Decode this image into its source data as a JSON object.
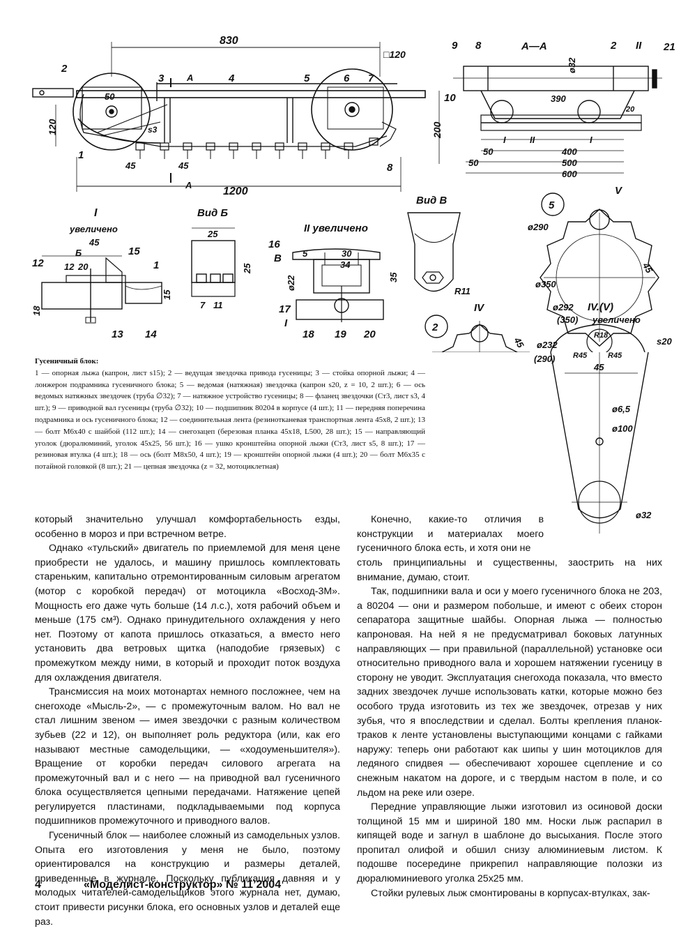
{
  "figure": {
    "main_labels": {
      "dim_830": "830",
      "dim_1200": "1200",
      "dim_120_left": "120",
      "dim_200": "200",
      "dim_50": "50",
      "dim_45a": "45",
      "dim_45b": "45",
      "s3": "s3",
      "sq120": "□120",
      "section": "A",
      "n1": "1",
      "n2": "2",
      "n3": "3",
      "n4": "4",
      "n5": "5",
      "n6": "6",
      "n7": "7",
      "n8": "8"
    },
    "section_aa": {
      "title": "А—А",
      "n9": "9",
      "n8": "8",
      "n2": "2",
      "n11": "II",
      "n21": "21",
      "n10": "10",
      "d32": "ø32",
      "d390": "390",
      "d400": "400",
      "d500": "500",
      "d600": "600",
      "d50": "50",
      "d50b": "50",
      "d20": "20",
      "i1": "I",
      "i2": "II",
      "i3": "I"
    },
    "detail_I": {
      "title": "I",
      "sub": "увеличено",
      "d45": "45",
      "dB": "Б",
      "d12": "12",
      "d20": "20",
      "d15": "15",
      "d18": "18",
      "n12": "12",
      "n15": "15",
      "n1": "1",
      "n13": "13",
      "n14": "14"
    },
    "view_B": {
      "title": "Вид Б",
      "d25": "25",
      "d25v": "25",
      "d7": "7",
      "d11": "11"
    },
    "detail_II": {
      "title": "II увеличено",
      "n16": "16",
      "nB": "В",
      "d5": "5",
      "d30": "30",
      "d34": "34",
      "d22": "ø22",
      "d35": "35",
      "n17": "17",
      "n1": "I",
      "n18": "18",
      "n19": "19",
      "n20": "20"
    },
    "view_V": {
      "title": "Вид В",
      "r11": "R11"
    },
    "sprocket5": {
      "num": "5",
      "v": "V",
      "d290": "ø290",
      "d350": "ø350",
      "d45": "45"
    },
    "sprocket2": {
      "num": "2",
      "iv": "IV",
      "d232": "ø232",
      "d292": "ø292",
      "d45": "45"
    },
    "detail_IV": {
      "title": "IV.(V)",
      "sub": "увеличено",
      "d292": "ø292",
      "d350": "(350)",
      "d232": "ø232",
      "d290": "(290)",
      "r18": "R18",
      "r45a": "R45",
      "r45b": "R45",
      "d45": "45",
      "s20": "s20",
      "d65": "ø6,5",
      "d100": "ø100",
      "d32": "ø32"
    }
  },
  "caption": {
    "title": "Гусеничный блок:",
    "text": "1 — опорная лыжа (капрон, лист s15); 2 — ведущая звездочка привода гусеницы; 3 — стойка опорной лыжи; 4 — лонжерон подрамника гусеничного блока; 5 — ведомая (натяжная) звездочка (капрон s20, z = 10, 2 шт.); 6 — ось ведомых натяжных звездочек (труба ∅32); 7 — натяжное устройство гусеницы; 8 — фланец звездочки (Ст3, лист s3, 4 шт.); 9 — приводной вал гусеницы (труба ∅32); 10 — подшипник 80204 в корпусе (4 шт.); 11 — передняя поперечина подрамника и ось гусеничного блока; 12 — соединительная лента (резинотканевая транспортная лента 45х8, 2 шт.); 13 — болт М6х40 с шайбой (112 шт.); 14 — снегозацеп (березовая планка 45х18, L500, 28 шт.); 15 — направляющий уголок (дюралюминий, уголок 45х25, 56 шт.); 16 — ушко кронштейна опорной лыжи (Ст3, лист s5, 8 шт.); 17 — резиновая втулка (4 шт.); 18 — ось (болт М8х50, 4 шт.); 19 — кронштейн опорной лыжи (4 шт.); 20 — болт М6х35 с потайной головкой (8 шт.); 21 — цепная звездочка (z = 32, мотоциклетная)"
  },
  "left_column": [
    "который значительно улучшал комфортабельность езды, особенно в мороз и при встречном ветре.",
    "Однако «тульский» двигатель по приемлемой для меня цене приобрести не удалось, и машину пришлось комплектовать стареньким, капитально отремонтированным силовым агрегатом (мотор с коробкой передач) от мотоцикла «Восход-3М». Мощность его даже чуть больше (14 л.с.), хотя рабочий объем и меньше (175 см³). Однако принудительного охлаждения у него нет. Поэтому от капота пришлось отказаться, а вместо него установить два ветровых щитка (наподобие грязевых) с промежутком между ними, в который и проходит поток воздуха для охлаждения двигателя.",
    "Трансмиссия на моих мотонартах немного посложнее, чем на снегоходе «Мысль-2», — с промежуточным валом. Но вал не стал лишним звеном — имея звездочки с разным количеством зубьев (22 и 12), он выполняет роль редуктора (или, как его называют местные самодельщики, — «ходоуменьшителя»). Вращение от коробки передач силового агрегата на промежуточный вал и с него — на приводной вал гусеничного блока осуществляется цепными передачами. Натяжение цепей регулируется пластинами, подкладываемыми под корпуса подшипников промежуточного и приводного валов.",
    "Гусеничный блок — наиболее сложный из самодельных узлов. Опыта его изготовления у меня не было, поэтому ориентировался на конструкцию и размеры деталей, приведенные в журнале. Поскольку публикация давняя и у молодых читателей-самодельщиков этого журнала нет, думаю, стоит привести рисунки блока, его основных узлов и деталей еще раз."
  ],
  "right_column_top": "Конечно, какие-то отличия в конструкции и материалах моего гусеничного блока есть, и хотя они не",
  "right_column_first_cont": "столь принципиальны и существенны, заострить на них внимание, думаю, стоит.",
  "right_column": [
    "Так, подшипники вала и оси у моего гусеничного блока не 203, а 80204 — они и размером побольше, и имеют с обеих сторон сепаратора защитные шайбы. Опорная лыжа — полностью капроновая. На ней я не предусматривал боковых латунных направляющих — при правильной (параллельной) установке оси относительно приводного вала и хорошем натяжении гусеницу в сторону не уводит. Эксплуатация снегохода показала, что вместо задних звездочек лучше использовать катки, которые можно без особого труда изготовить из тех же звездочек, отрезав у них зубья, что я впоследствии и сделал. Болты крепления планок-траков к ленте установлены выступающими концами с гайками наружу: теперь они работают как шипы у шин мотоциклов для ледяного спидвея — обеспечивают хорошее сцепление и со снежным накатом на дороге, и с твердым настом в поле, и со льдом на реке или озере.",
    "Передние управляющие лыжи изготовил из осиновой доски толщиной 15 мм и шириной 180 мм. Носки лыж распарил в кипящей воде и загнул в шаблоне до высыхания. После этого пропитал олифой и обшил снизу алюминиевым листом. К подошве посередине прикрепил направляющие полозки из дюралюминиевого уголка 25х25 мм.",
    "Стойки рулевых лыж смонтированы в корпусах-втулках, зак-"
  ],
  "footer": {
    "page": "4",
    "magazine": "«Моделист-конструктор» № 11’2004"
  }
}
